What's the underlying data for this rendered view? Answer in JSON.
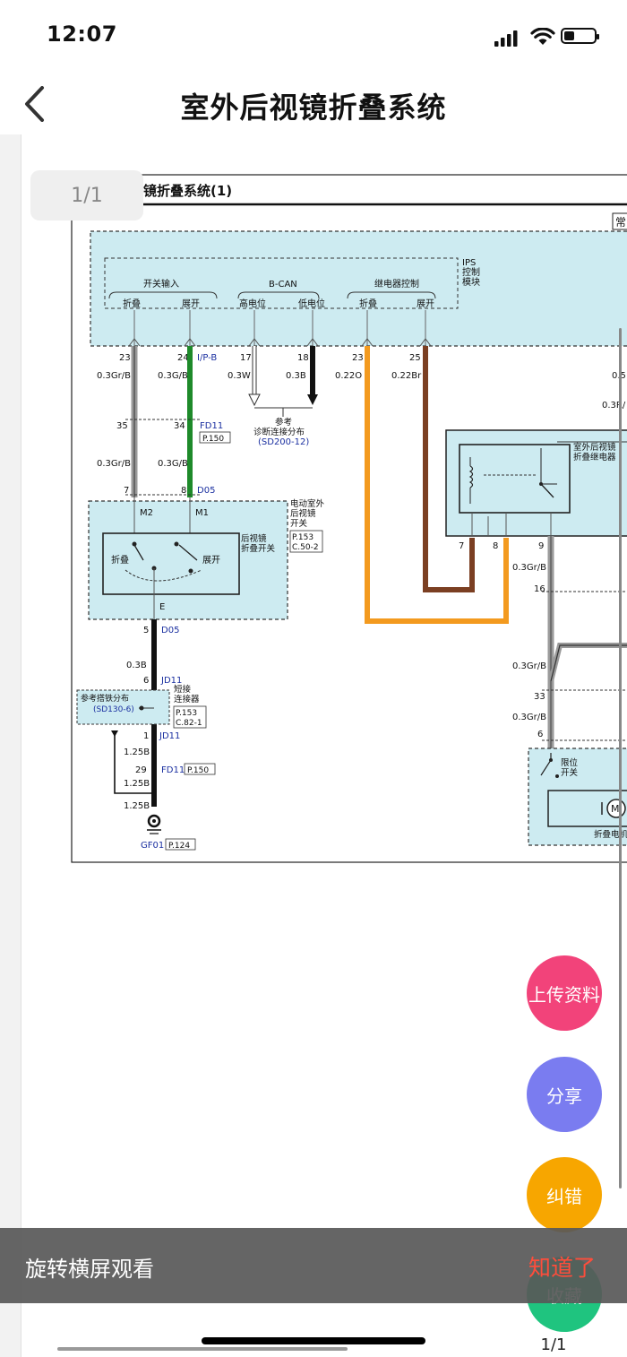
{
  "status_bar": {
    "time": "12:07"
  },
  "nav": {
    "title": "室外后视镜折叠系统"
  },
  "viewer": {
    "page_indicator": "1/1"
  },
  "diagram": {
    "heading": "镜折叠系统(1)",
    "corner_label": "常",
    "module_name": "IPS\n控制\n模块",
    "group_switch": "开关输入",
    "group_bcan": "B-CAN",
    "group_relay": "继电器控制",
    "in_fold": "折叠",
    "in_unfold": "展开",
    "in_high": "高电位",
    "in_low": "低电位",
    "out_fold": "折叠",
    "out_unfold": "展开",
    "pin23a": "23",
    "pin24": "24",
    "pin17": "17",
    "pin18": "18",
    "pin23b": "23",
    "pin25": "25",
    "ipb": "I/P-B",
    "w1": "0.3Gr/B",
    "w2": "0.3G/B",
    "w3": "0.3W",
    "w4": "0.3B",
    "w5": "0.22O",
    "w6": "0.22Br",
    "ref_diag": "参考\n诊断连接分布",
    "ref_diag_code": "(SD200-12)",
    "pin35": "35",
    "pin34": "34",
    "fd11": "FD11",
    "p150": "P.150",
    "w7": "0.3Gr/B",
    "w8": "0.3G/B",
    "pin7": "7",
    "pin8": "8",
    "d05": "D05",
    "m2": "M2",
    "m1": "M1",
    "sw_name": "电动室外\n后视镜\n开关",
    "sw_inner": "后视镜\n折叠开关",
    "sw_p": "P.153",
    "sw_c": "C.50-2",
    "sw_fold": "折叠",
    "sw_unfold": "展开",
    "e": "E",
    "pin5": "5",
    "d05b": "D05",
    "w9": "0.3B",
    "pin6": "6",
    "jd11": "JD11",
    "short_conn": "短接\n连接器",
    "ref_ground": "参考搭铁分布",
    "ref_ground_code": "(SD130-6)",
    "p153b": "P.153",
    "c82": "C.82-1",
    "pin1": "1",
    "jd11b": "JD11",
    "w10": "1.25B",
    "pin29": "29",
    "fd11b": "FD11",
    "p150b": "P.150",
    "w11": "1.25B",
    "w12": "1.25B",
    "gf01": "GF01",
    "p124": "P.124",
    "relay_name": "室外后视镜\n折叠继电器",
    "rpin7": "7",
    "rpin8": "8",
    "rpin9": "9",
    "w13": "0.3Gr/B",
    "pin16": "16",
    "w14": "0.3Gr/B",
    "pin33": "33",
    "w15": "0.3Gr/B",
    "rpin6": "6",
    "limit_sw": "限位\n开关",
    "motor_m": "M",
    "motor_label": "折叠电机",
    "right_w1": "0.5",
    "right_w2": "0.3R/",
    "colors": {
      "green": "#1e8a2a",
      "orange": "#f39a1f",
      "brown": "#7b3f22",
      "module_fill": "#cdebf1"
    }
  },
  "fabs": [
    {
      "label": "上传资料",
      "color": "#f2437a"
    },
    {
      "label": "分享",
      "color": "#7a7cf0"
    },
    {
      "label": "纠错",
      "color": "#f7a600"
    },
    {
      "label": "收藏",
      "color": "#1fc47f"
    }
  ],
  "toast": {
    "message": "旋转横屏观看",
    "dismiss": "知道了"
  },
  "footer": {
    "page": "1/1"
  }
}
